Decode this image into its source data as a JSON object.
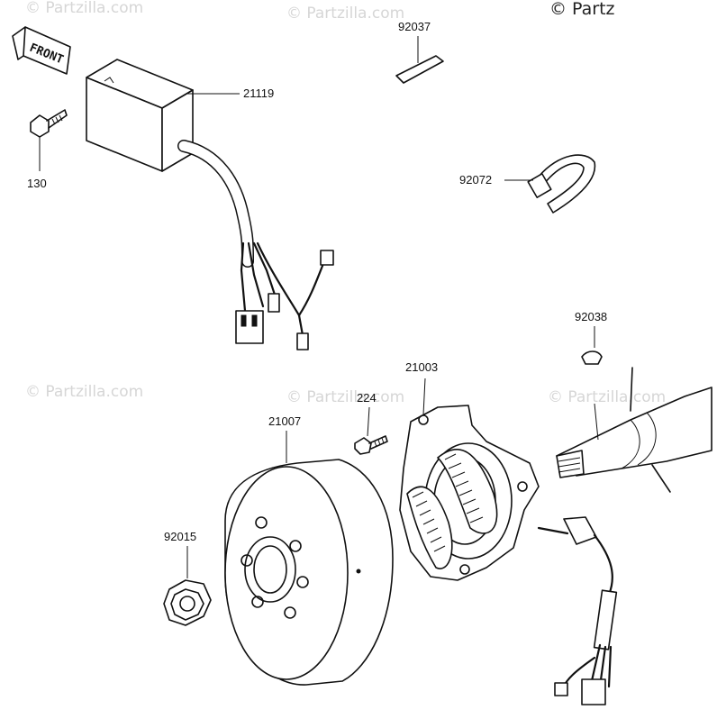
{
  "watermarks": {
    "main": "© Partzilla.com",
    "corner": "© Partz"
  },
  "front_arrow": "FRONT",
  "parts": {
    "cdi_unit": "21119",
    "bolt": "130",
    "lead_plate": "92037",
    "clamp": "92072",
    "key": "92038",
    "stator": "21003",
    "screw": "224",
    "flywheel": "21007",
    "nut": "92015"
  }
}
